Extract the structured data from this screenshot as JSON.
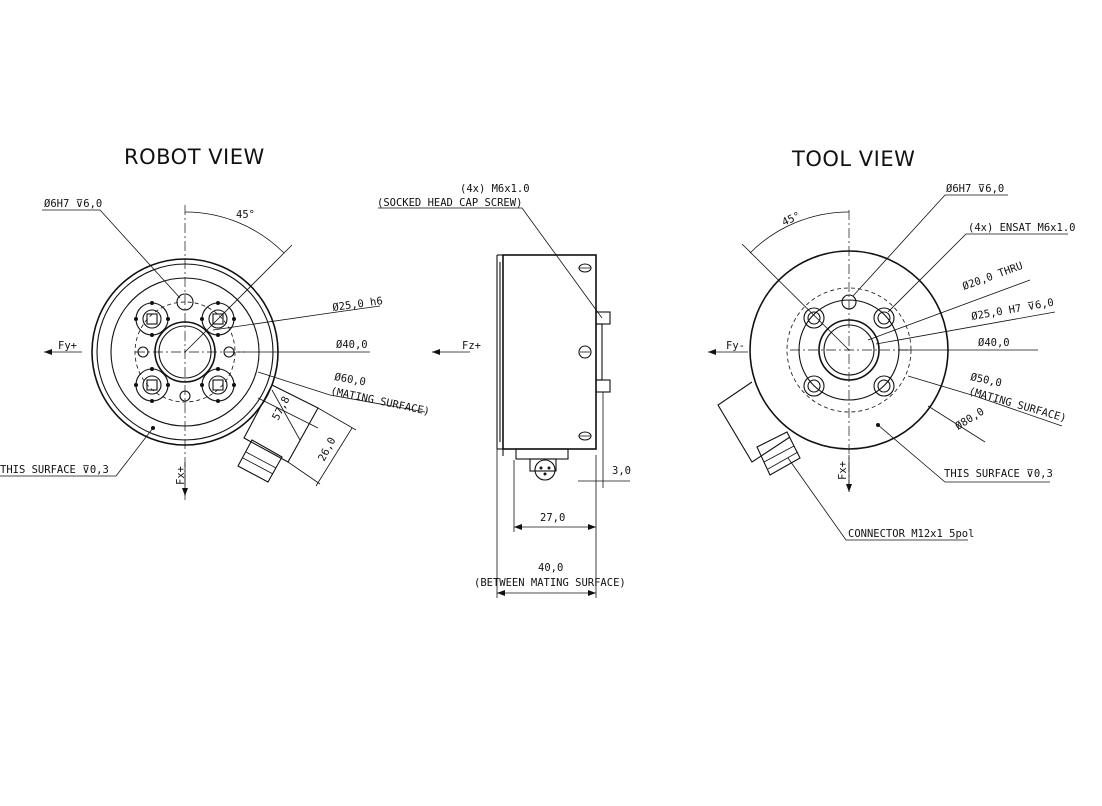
{
  "robot_view": {
    "title": "ROBOT VIEW",
    "dia_pin": "Ø6H7 ⊽6,0",
    "angle": "45°",
    "dia_25": "Ø25,0 h6",
    "dia_40": "Ø40,0",
    "dia_60": "Ø60,0",
    "mating": "(MATING SURFACE)",
    "dim_578": "57,8",
    "dim_26": "26,0",
    "surface": "THIS SURFACE ⊽0,3",
    "axis_fy": "Fy+",
    "axis_fx": "Fx+"
  },
  "side_view": {
    "screw_qty": "(4x) M6x1.0",
    "screw_desc": "(SOCKED HEAD CAP SCREW)",
    "axis_fz": "Fz+",
    "dim_3": "3,0",
    "dim_27": "27,0",
    "dim_40": "40,0",
    "between": "(BETWEEN MATING SURFACE)"
  },
  "tool_view": {
    "title": "TOOL VIEW",
    "dia_pin": "Ø6H7 ⊽6,0",
    "ensat": "(4x) ENSAT M6x1.0",
    "angle": "45°",
    "dia_20": "Ø20,0 THRU",
    "dia_25": "Ø25,0 H7 ⊽6,0",
    "dia_40": "Ø40,0",
    "dia_50": "Ø50,0",
    "mating": "(MATING SURFACE)",
    "dia_80": "Ø80,0",
    "surface": "THIS SURFACE ⊽0,3",
    "connector": "CONNECTOR M12x1 5pol",
    "axis_fy": "Fy-",
    "axis_fx": "Fx+"
  }
}
